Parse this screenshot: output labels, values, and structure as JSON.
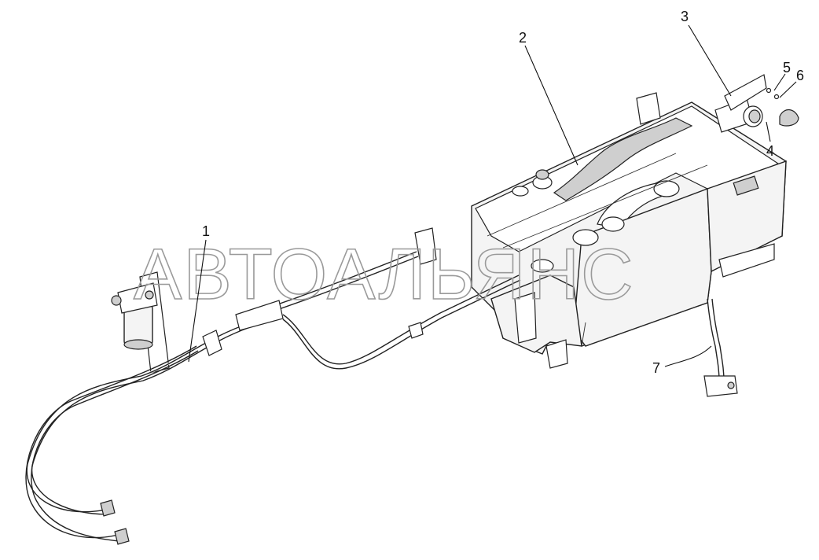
{
  "watermark": "АВТОАЛЬЯНС",
  "callouts": [
    {
      "id": "1",
      "label": "1"
    },
    {
      "id": "2",
      "label": "2"
    },
    {
      "id": "3",
      "label": "3"
    },
    {
      "id": "4",
      "label": "4"
    },
    {
      "id": "5",
      "label": "5"
    },
    {
      "id": "6",
      "label": "6"
    },
    {
      "id": "7",
      "label": "7"
    }
  ]
}
